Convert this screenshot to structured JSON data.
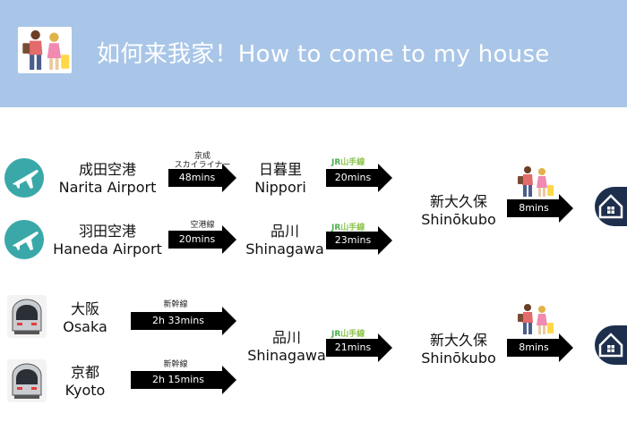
{
  "header": {
    "title": "如何来我家！How to come to my house"
  },
  "routes": {
    "narita": {
      "jp": "成田空港",
      "en": "Narita Airport",
      "line": "京成\nスカイライナー",
      "time": "48mins"
    },
    "haneda": {
      "jp": "羽田空港",
      "en": "Haneda Airport",
      "line": "空港線",
      "time": "20mins"
    },
    "osaka": {
      "jp": "大阪",
      "en": "Osaka",
      "line": "新幹線",
      "time": "2h 33mins"
    },
    "kyoto": {
      "jp": "京都",
      "en": "Kyoto",
      "line": "新幹線",
      "time": "2h 15mins"
    }
  },
  "stations": {
    "nippori": {
      "jp": "日暮里",
      "en": "Nippori",
      "time": "20mins"
    },
    "shinagawa1": {
      "jp": "品川",
      "en": "Shinagawa",
      "time": "23mins"
    },
    "shinagawa2": {
      "jp": "品川",
      "en": "Shinagawa",
      "time": "21mins"
    },
    "shinokubo1": {
      "jp": "新大久保",
      "en": "Shinōkubo",
      "time": "8mins"
    },
    "shinokubo2": {
      "jp": "新大久保",
      "en": "Shinōkubo",
      "time": "8mins"
    }
  },
  "jr_line": {
    "prefix": "JR",
    "name": "山手線"
  },
  "colors": {
    "header": "#a9c6e8",
    "plane": "#3aa8a8",
    "arrow": "#000000",
    "house": "#1e2f4d"
  }
}
